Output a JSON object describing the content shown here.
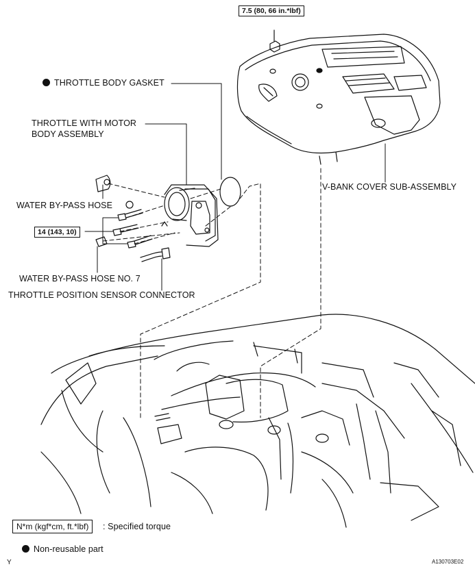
{
  "torque_cover": "7.5 (80, 66 in.*lbf)",
  "torque_throttle": "14 (143, 10)",
  "labels": {
    "gasket": "THROTTLE BODY GASKET",
    "throttle_line1": "THROTTLE WITH MOTOR",
    "throttle_line2": "BODY ASSEMBLY",
    "vbank": "V-BANK COVER SUB-ASSEMBLY",
    "bypass_hose": "WATER BY-PASS HOSE",
    "bypass_hose7": "WATER BY-PASS HOSE NO. 7",
    "tps_connector": "THROTTLE POSITION SENSOR CONNECTOR"
  },
  "legend": {
    "torque_unit": "N*m (kgf*cm, ft.*lbf)",
    "torque_text": ": Specified torque",
    "nonreusable_text": "Non-reusable part"
  },
  "corner_left": "Y",
  "figure_code": "A130703E02"
}
